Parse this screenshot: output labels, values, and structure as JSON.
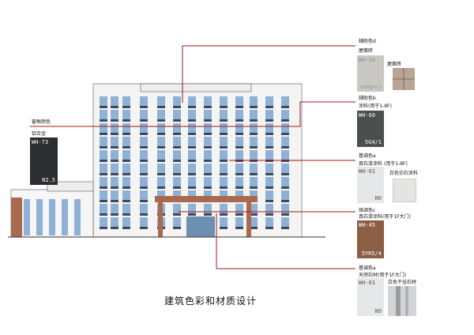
{
  "title": "建筑色彩和材质设计",
  "labels": {
    "accent_d": "辅助色d",
    "roof_tile": "屋面砖",
    "accent_b": "辅助色b",
    "coating": "涂料(用于1-8F)",
    "base_a": "基调色a",
    "stone_coating": "真石漆涂料 (用于1-8F)",
    "strong_c": "强调色c",
    "stone_coating_door": "真石漆涂料(用于1F大门)",
    "base_a2": "基调色a",
    "natural_stone": "天然石材(用于1F大门)",
    "frame_color": "窗框颜色",
    "aluminum": "铝合金"
  },
  "swatches": {
    "wh14": {
      "code": "WH-14",
      "value": "10YR8/0.5",
      "color": "#c9c7c2",
      "tex_label": "屋面砖"
    },
    "wh60": {
      "code": "WH-60",
      "value": "5G4/1",
      "color": "#4b4f4d"
    },
    "wh01a": {
      "code": "WH-01",
      "value": "N9",
      "color": "#e6e7e9",
      "tex_label": "白色仿石涂料"
    },
    "wh45": {
      "code": "WH-45",
      "value": "5YR5/4",
      "color": "#8b5e45"
    },
    "wh01b": {
      "code": "WH-01",
      "value": "N9",
      "color": "#e6e7e9",
      "tex_label": "白色干挂石材"
    },
    "wh73": {
      "code": "WH-73",
      "value": "N2.5",
      "color": "#2b2d30"
    }
  },
  "colors": {
    "leader": "#a01818",
    "glass": "#8fb1d6",
    "glass_dark": "#3d4a5a",
    "brick": "#a8694f"
  }
}
